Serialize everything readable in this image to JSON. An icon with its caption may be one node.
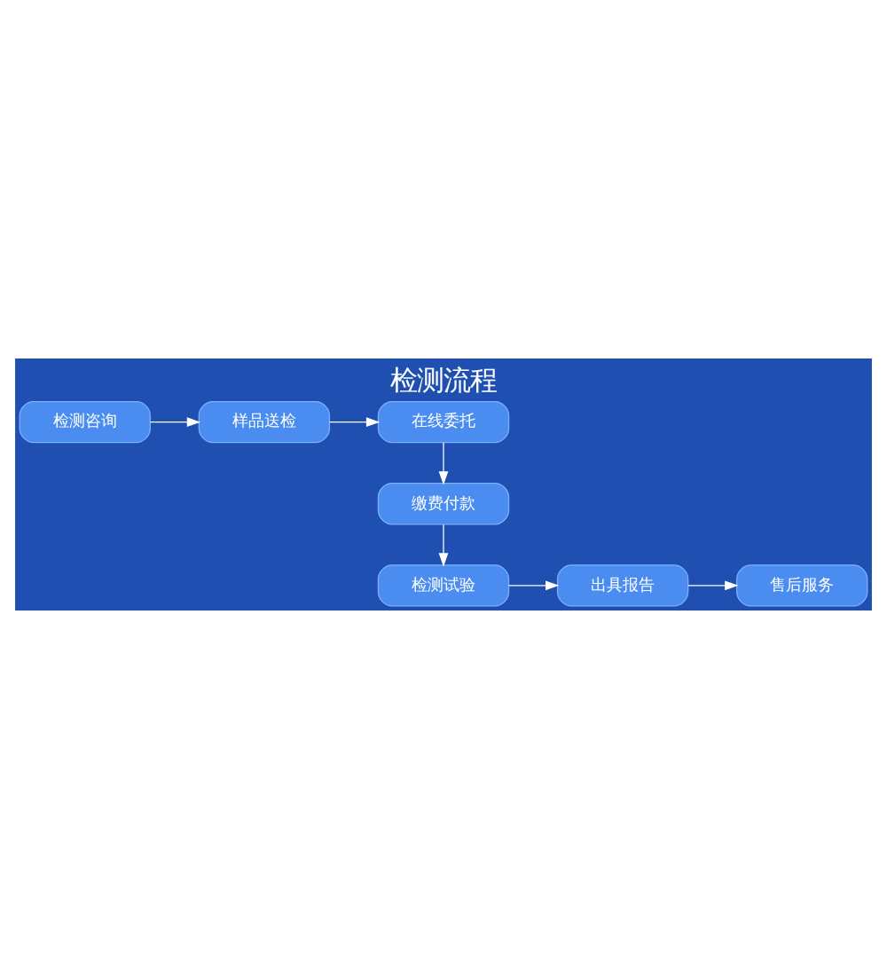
{
  "diagram": {
    "title": "检测流程",
    "nodes": [
      {
        "text": [
          "检测咨询"
        ]
      },
      {
        "text": [
          "样品送检"
        ]
      },
      {
        "text": [
          "在线委托"
        ]
      },
      {
        "text": [
          "缴费付款"
        ]
      },
      {
        "text": [
          "检测试验"
        ]
      },
      {
        "text": [
          "出具报告"
        ]
      },
      {
        "text": [
          "售后服务"
        ]
      }
    ],
    "edges": [
      {
        "from": 0,
        "to": 1,
        "arrow": "to"
      },
      {
        "from": 1,
        "to": 2,
        "arrow": "to"
      },
      {
        "from": 2,
        "to": 3,
        "arrow": "to"
      },
      {
        "from": 3,
        "to": 4,
        "arrow": "to"
      },
      {
        "from": 4,
        "to": 5,
        "arrow": "to"
      },
      {
        "from": 5,
        "to": 6,
        "arrow": "to"
      }
    ]
  }
}
